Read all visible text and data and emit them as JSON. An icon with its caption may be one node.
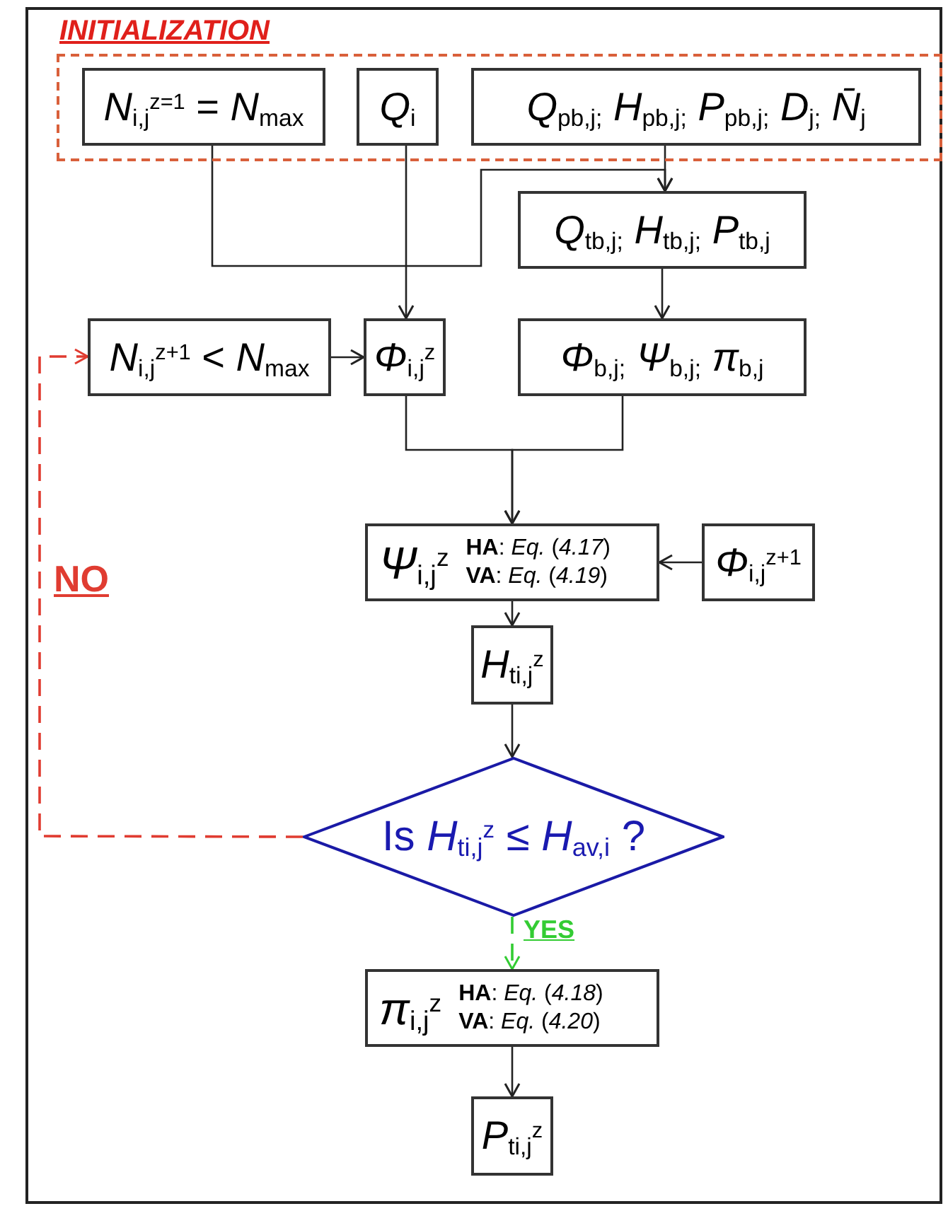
{
  "diagram": {
    "nodes": [
      {
        "text": [
          "INITIALIZATION"
        ]
      },
      {
        "text": [
          "*N*$_{i,j}$$^{z=1}$ = *N*$_{max}$"
        ],
        "in": 0
      },
      {
        "text": [
          "*Q*$_{i}$"
        ],
        "in": 0
      },
      {
        "text": [
          "*Q*$_{pb,j;}$ *H*$_{pb,j;}$ *P*$_{pb,j;}$ *D*$_{j;}$ *N̄*$_{j}$"
        ],
        "in": 0
      },
      {
        "text": [
          "*Q*$_{tb,j;}$ *H*$_{tb,j;}$ *P*$_{tb,j}$"
        ]
      },
      {
        "text": [
          "*N*$_{i,j}$$^{z+1}$ < *N*$_{max}$"
        ]
      },
      {
        "text": [
          "*Φ*$_{i,j}$$^{z}$"
        ]
      },
      {
        "text": [
          "*Φ*$_{b,j;}$ *Ψ*$_{b,j;}$ *π*$_{b,j}$"
        ]
      },
      {
        "text": [
          "*Ψ*$_{i,j}$$^{z}$",
          "**HA**: *Eq.* (*4.17*)",
          "**VA**: *Eq.* (*4.19*)"
        ]
      },
      {
        "text": [
          "*Φ*$_{i,j}$$^{z+1}$"
        ]
      },
      {
        "text": [
          "*H*$_{ti,j}$$^{z}$"
        ]
      },
      {
        "text": [
          "Is *H*$_{ti,j}$$^{z}$ ≤ *H*$_{av,i}$ ?"
        ]
      },
      {
        "text": [
          "*π*$_{i,j}$$^{z}$",
          "**HA**: *Eq.* (*4.18*)",
          "**VA**: *Eq.* (*4.20*)"
        ]
      },
      {
        "text": [
          "*P*$_{ti,j}$$^{z}$"
        ]
      }
    ],
    "edges": [
      {
        "from": 1,
        "to": 4,
        "arrow": "to"
      },
      {
        "from": 3,
        "to": 4,
        "arrow": "to"
      },
      {
        "from": 2,
        "to": 6,
        "arrow": "to"
      },
      {
        "from": 4,
        "to": 7,
        "arrow": "to"
      },
      {
        "from": 5,
        "to": 6,
        "arrow": "to"
      },
      {
        "from": 6,
        "to": 8,
        "arrow": "to"
      },
      {
        "from": 7,
        "to": 8,
        "arrow": "to"
      },
      {
        "from": 9,
        "to": 8,
        "arrow": "to"
      },
      {
        "from": 8,
        "to": 10,
        "arrow": "to"
      },
      {
        "from": 10,
        "to": 11,
        "arrow": "to"
      },
      {
        "from": 11,
        "to": 12,
        "arrow": "to",
        "label": "YES",
        "style": "dashed",
        "color": "#33cc33"
      },
      {
        "from": 11,
        "to": 5,
        "arrow": "to",
        "label": "NO",
        "style": "dashed",
        "color": "#e03c31"
      },
      {
        "from": 12,
        "to": 13,
        "arrow": "to"
      }
    ]
  }
}
